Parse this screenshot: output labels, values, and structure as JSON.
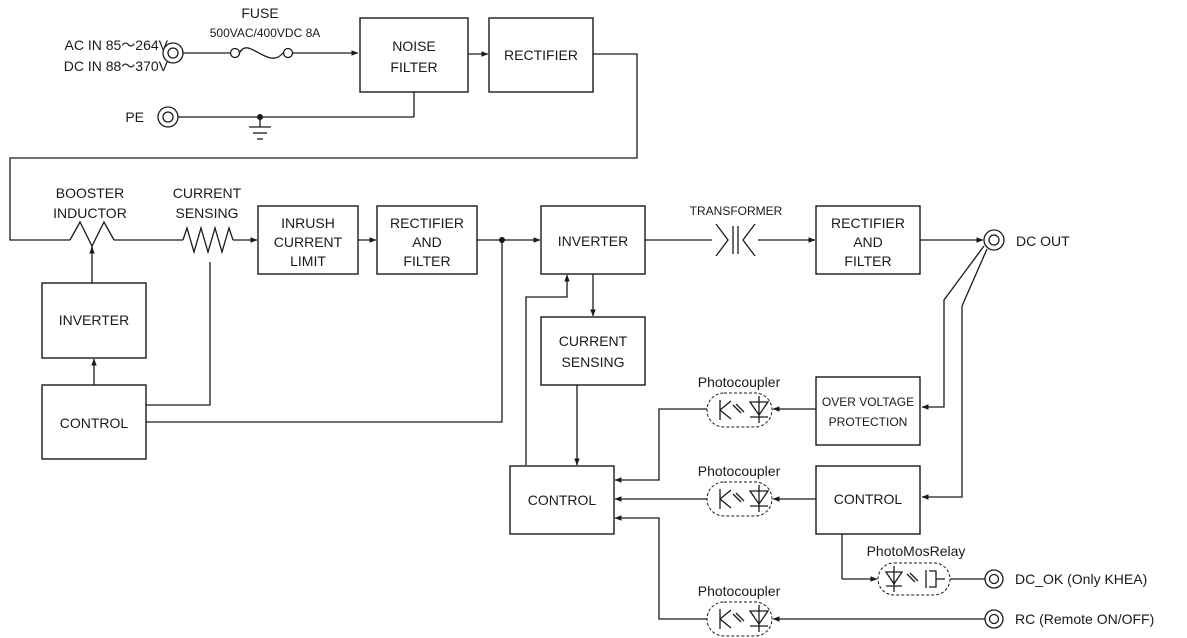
{
  "input": {
    "ac_in": "AC IN 85～264V",
    "dc_in": "DC IN 88～370V",
    "pe": "PE",
    "fuse_title": "FUSE",
    "fuse_rating": "500VAC/400VDC 8A"
  },
  "blocks": {
    "noise_filter": [
      "NOISE",
      "FILTER"
    ],
    "rectifier": [
      "RECTIFIER"
    ],
    "booster_inductor": [
      "BOOSTER",
      "INDUCTOR"
    ],
    "current_sensing_1": [
      "CURRENT",
      "SENSING"
    ],
    "inrush": [
      "INRUSH",
      "CURRENT",
      "LIMIT"
    ],
    "rect_filter_1": [
      "RECTIFIER",
      "AND",
      "FILTER"
    ],
    "inverter_main": [
      "INVERTER"
    ],
    "transformer": [
      "TRANSFORMER"
    ],
    "rect_filter_2": [
      "RECTIFIER",
      "AND",
      "FILTER"
    ],
    "inverter_pfc": [
      "INVERTER"
    ],
    "control_pfc": [
      "CONTROL"
    ],
    "current_sensing_2": [
      "CURRENT",
      "SENSING"
    ],
    "control_main": [
      "CONTROL"
    ],
    "ovp": [
      "OVER VOLTAGE",
      "PROTECTION"
    ],
    "control_out": [
      "CONTROL"
    ]
  },
  "outputs": {
    "dc_out": "DC OUT",
    "dc_ok_name": "DC_OK",
    "dc_ok_note": "(Only KHEA)",
    "rc_name": "RC",
    "rc_note": "(Remote ON/OFF)"
  },
  "isolators": {
    "photocoupler_1": "Photocoupler",
    "photocoupler_2": "Photocoupler",
    "photocoupler_3": "Photocoupler",
    "photomos": "PhotoMosRelay"
  }
}
